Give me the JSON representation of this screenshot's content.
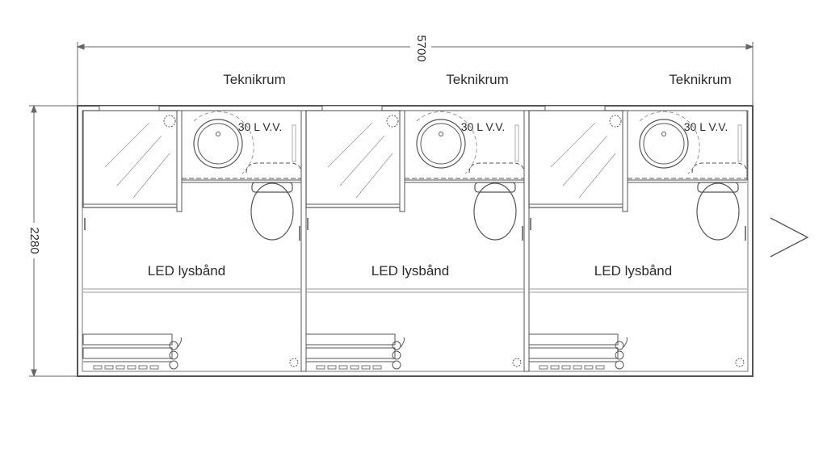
{
  "dimensions": {
    "width_label": "5700",
    "height_label": "2280"
  },
  "modules": [
    {
      "tech_room_label": "Teknikrum",
      "heater_label": "30 L V.V.",
      "lighting_label": "LED lysbånd"
    },
    {
      "tech_room_label": "Teknikrum",
      "heater_label": "30 L V.V.",
      "lighting_label": "LED lysbånd"
    },
    {
      "tech_room_label": "Teknikrum",
      "heater_label": "30 L V.V.",
      "lighting_label": "LED lysbånd"
    }
  ],
  "colors": {
    "line": "#555555",
    "light_line": "#9a9a9a",
    "text": "#2b2b2b"
  }
}
